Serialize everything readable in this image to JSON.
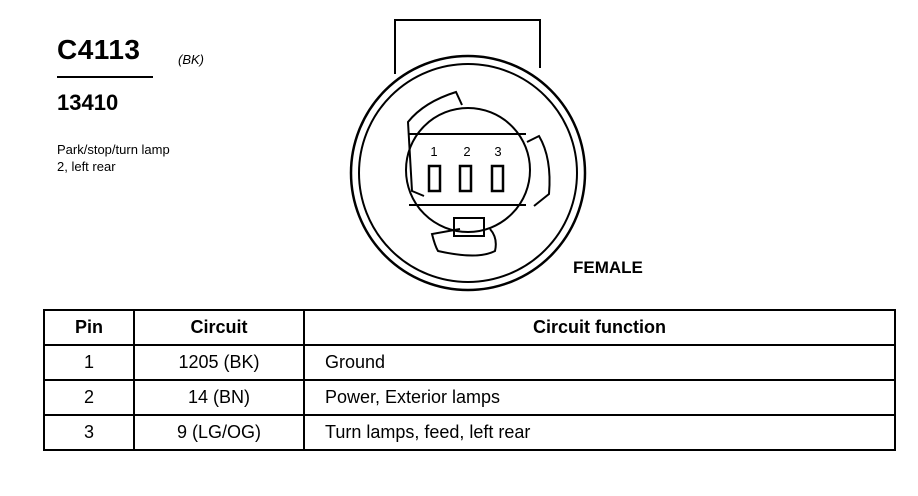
{
  "connector": {
    "id": "C4113",
    "color_code": "(BK)",
    "part_number": "13410",
    "description_lines": [
      "Park/stop/turn lamp",
      "2, left rear"
    ],
    "gender": "FEMALE",
    "cavity_numbers": [
      "1",
      "2",
      "3"
    ]
  },
  "pin_table": {
    "headers": [
      "Pin",
      "Circuit",
      "Circuit function"
    ],
    "rows": [
      {
        "pin": "1",
        "circuit": "1205 (BK)",
        "function": "Ground"
      },
      {
        "pin": "2",
        "circuit": "14 (BN)",
        "function": "Power, Exterior lamps"
      },
      {
        "pin": "3",
        "circuit": "9 (LG/OG)",
        "function": "Turn lamps, feed, left rear"
      }
    ]
  }
}
